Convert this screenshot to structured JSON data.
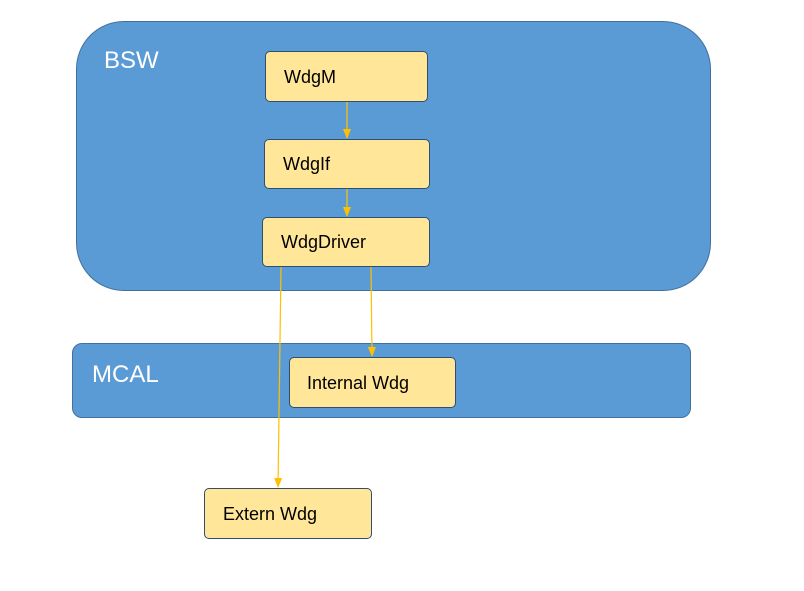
{
  "layers": {
    "bsw": {
      "label": "BSW"
    },
    "mcal": {
      "label": "MCAL"
    }
  },
  "modules": {
    "wdgm": "WdgM",
    "wdgif": "WdgIf",
    "wdgdriver": "WdgDriver",
    "internal_wdg": "Internal Wdg",
    "extern_wdg": "Extern Wdg"
  },
  "colors": {
    "layer_fill": "#5b9bd5",
    "layer_border": "#41719c",
    "module_fill": "#ffe699",
    "module_border": "#2f4f6f",
    "arrow": "#ffc000"
  },
  "connections": [
    {
      "from": "WdgM",
      "to": "WdgIf"
    },
    {
      "from": "WdgIf",
      "to": "WdgDriver"
    },
    {
      "from": "WdgDriver",
      "to": "Internal Wdg"
    },
    {
      "from": "WdgDriver",
      "to": "Extern Wdg"
    }
  ]
}
